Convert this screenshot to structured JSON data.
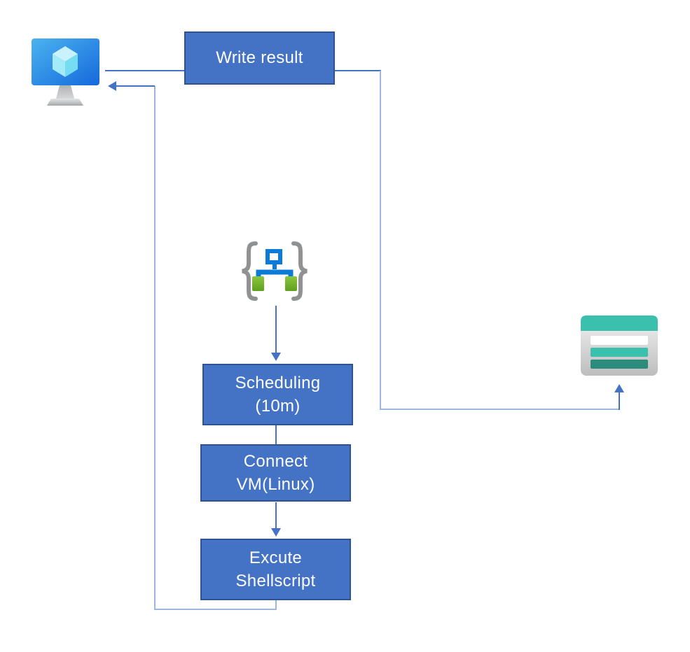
{
  "diagram": {
    "type": "flowchart",
    "nodes": {
      "vm": {
        "icon": "azure-vm-icon",
        "label": ""
      },
      "write_result": {
        "label": "Write result"
      },
      "automation": {
        "icon": "azure-automation-icon",
        "label": ""
      },
      "table_storage": {
        "icon": "azure-table-storage-icon",
        "label": ""
      },
      "scheduling": {
        "label": "Scheduling\n(10m)"
      },
      "connect_vm": {
        "label": "Connect\nVM(Linux)"
      },
      "execute_shellscript": {
        "label": "Excute\nShellscript"
      }
    },
    "connections": [
      {
        "from": "vm",
        "to": "write_result",
        "arrow": false
      },
      {
        "from": "write_result",
        "to": "table_storage",
        "arrow": true
      },
      {
        "from": "automation",
        "to": "scheduling",
        "arrow": true
      },
      {
        "from": "scheduling",
        "to": "connect_vm",
        "arrow": false
      },
      {
        "from": "connect_vm",
        "to": "execute_shellscript",
        "arrow": true
      },
      {
        "from": "execute_shellscript",
        "to": "vm",
        "arrow": true
      }
    ],
    "colors": {
      "box_fill": "#4472C4",
      "box_border": "#2E5395",
      "box_text": "#FFFFFF",
      "connector_dark": "#4472C4",
      "connector_light": "#9DB5E1",
      "brace_gray": "#8F9193",
      "automation_blue": "#0C7BD8",
      "automation_green": "#6CB42C",
      "table_teal": "#3CC0AE",
      "table_teal_dark": "#2B8B7D",
      "vm_screen_blue": "#1E78DF",
      "background": "#FFFFFF"
    }
  }
}
